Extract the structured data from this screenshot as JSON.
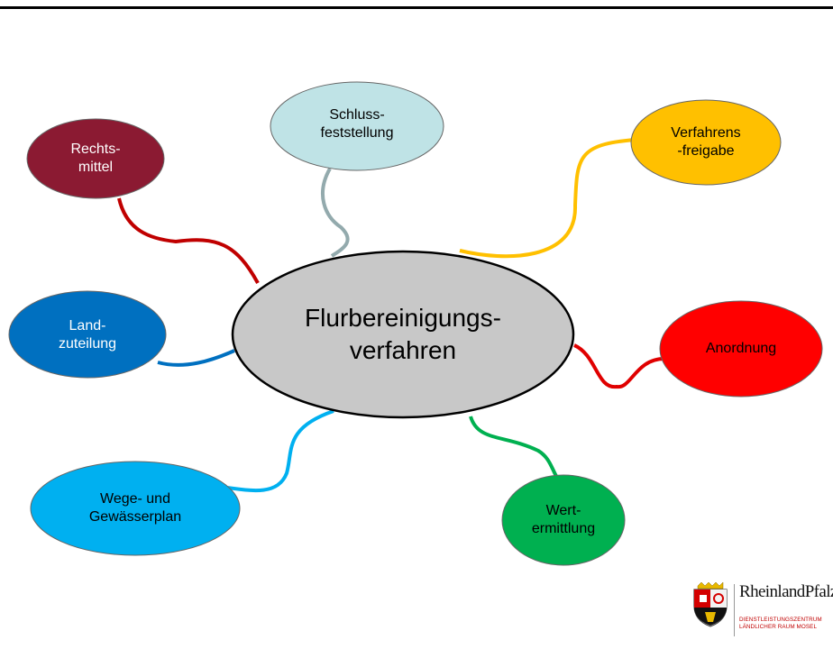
{
  "center": {
    "line1": "Flurbereinigungs-",
    "line2": "verfahren",
    "fill": "#c8c8c8"
  },
  "nodes": [
    {
      "id": "rechtsmittel",
      "line1": "Rechts-",
      "line2": "mittel",
      "fill": "#8b1a32",
      "text_color": "#ffffff",
      "connector_color": "#c00000"
    },
    {
      "id": "schlussfeststellung",
      "line1": "Schluss-",
      "line2": "feststellung",
      "fill": "#bfe3e6",
      "text_color": "#000000",
      "connector_color": "#93aaad"
    },
    {
      "id": "verfahrensfreigabe",
      "line1": "Verfahrens",
      "line2": "-freigabe",
      "fill": "#ffc000",
      "text_color": "#000000",
      "connector_color": "#ffc000"
    },
    {
      "id": "landzuteilung",
      "line1": "Land-",
      "line2": "zuteilung",
      "fill": "#0070c0",
      "text_color": "#ffffff",
      "connector_color": "#0070c0"
    },
    {
      "id": "anordnung",
      "line1": "Anordnung",
      "line2": "",
      "fill": "#ff0000",
      "text_color": "#000000",
      "connector_color": "#e00000"
    },
    {
      "id": "wege-gewaesserplan",
      "line1": "Wege- und",
      "line2": "Gewässerplan",
      "fill": "#00b0f0",
      "text_color": "#000000",
      "connector_color": "#00b0f0"
    },
    {
      "id": "wertermittlung",
      "line1": "Wert-",
      "line2": "ermittlung",
      "fill": "#00b050",
      "text_color": "#000000",
      "connector_color": "#00b050"
    }
  ],
  "logo": {
    "name": "RheinlandPfalz",
    "sub1": "DIENSTLEISTUNGSZENTRUM",
    "sub2": "LÄNDLICHER RAUM MOSEL"
  }
}
